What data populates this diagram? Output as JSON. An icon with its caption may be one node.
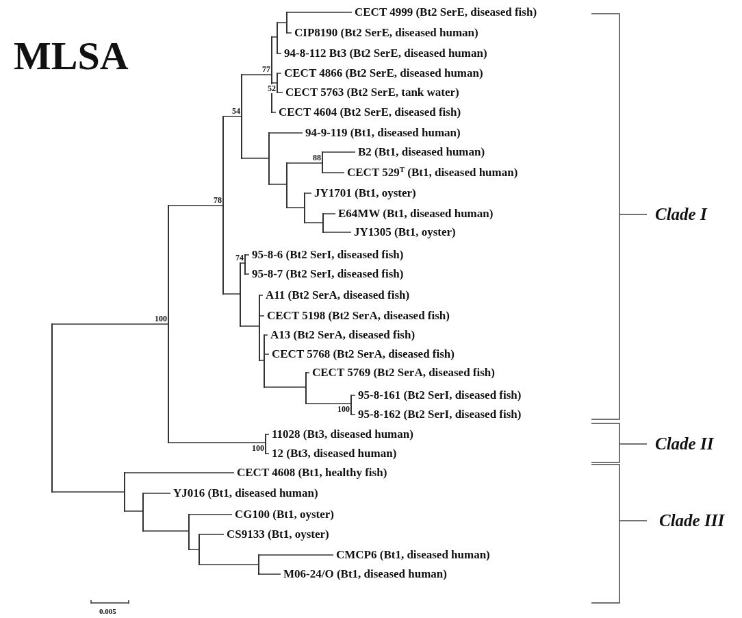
{
  "diagram": {
    "title": "MLSA",
    "nodes": [
      {
        "text": [
          "CECT 4999 (Bt2 SerE, diseased fish)"
        ]
      },
      {
        "text": [
          "CIP8190 (Bt2 SerE, diseased human)"
        ]
      },
      {
        "text": [
          "94-8-112 Bt3 (Bt2 SerE, diseased human)"
        ]
      },
      {
        "text": [
          "CECT 4866 (Bt2 SerE, diseased human)"
        ]
      },
      {
        "text": [
          "CECT 5763 (Bt2 SerE, tank water)"
        ]
      },
      {
        "text": [
          "CECT 4604 (Bt2 SerE, diseased fish)"
        ]
      },
      {
        "text": [
          "94-9-119 (Bt1, diseased human)"
        ]
      },
      {
        "text": [
          "B2 (Bt1, diseased human)"
        ]
      },
      {
        "text": [
          "CECT 529$^{T}$ (Bt1, diseased human)"
        ]
      },
      {
        "text": [
          "JY1701 (Bt1, oyster)"
        ]
      },
      {
        "text": [
          "E64MW (Bt1, diseased human)"
        ]
      },
      {
        "text": [
          "JY1305 (Bt1, oyster)"
        ]
      },
      {
        "text": [
          "95-8-6 (Bt2 SerI, diseased fish)"
        ]
      },
      {
        "text": [
          "95-8-7 (Bt2 SerI, diseased fish)"
        ]
      },
      {
        "text": [
          "A11 (Bt2 SerA, diseased fish)"
        ]
      },
      {
        "text": [
          "CECT 5198 (Bt2 SerA, diseased fish)"
        ]
      },
      {
        "text": [
          "A13 (Bt2 SerA, diseased fish)"
        ]
      },
      {
        "text": [
          "CECT 5768 (Bt2 SerA, diseased fish)"
        ]
      },
      {
        "text": [
          "CECT 5769 (Bt2 SerA, diseased fish)"
        ]
      },
      {
        "text": [
          "95-8-161 (Bt2 SerI, diseased fish)"
        ]
      },
      {
        "text": [
          "95-8-162 (Bt2 SerI, diseased fish)"
        ]
      },
      {
        "text": [
          "11028 (Bt3, diseased human)"
        ]
      },
      {
        "text": [
          "12 (Bt3, diseased human)"
        ]
      },
      {
        "text": [
          "CECT 4608 (Bt1, healthy fish)"
        ]
      },
      {
        "text": [
          "YJ016 (Bt1, diseased human)"
        ]
      },
      {
        "text": [
          "CG100 (Bt1, oyster)"
        ]
      },
      {
        "text": [
          "CS9133 (Bt1, oyster)"
        ]
      },
      {
        "text": [
          "CMCP6 (Bt1, diseased human)"
        ]
      },
      {
        "text": [
          "M06-24/O (Bt1, diseased human)"
        ]
      },
      {
        "text": [],
        "shape": "bar"
      },
      {
        "text": [],
        "shape": "bar",
        "beside": [
          "100"
        ]
      },
      {
        "text": [],
        "shape": "bar",
        "beside": [
          "78"
        ]
      },
      {
        "text": [],
        "shape": "bar",
        "beside": [
          "54"
        ]
      },
      {
        "text": [],
        "shape": "bar",
        "beside": [
          "77"
        ]
      },
      {
        "text": [],
        "shape": "bar"
      },
      {
        "text": [],
        "shape": "bar"
      },
      {
        "text": [],
        "shape": "bar",
        "beside": [
          "52"
        ]
      },
      {
        "text": [],
        "shape": "bar"
      },
      {
        "text": [],
        "shape": "bar"
      },
      {
        "text": [],
        "shape": "bar",
        "beside": [
          "88"
        ]
      },
      {
        "text": [],
        "shape": "bar"
      },
      {
        "text": [],
        "shape": "bar"
      },
      {
        "text": [],
        "shape": "bar"
      },
      {
        "text": [],
        "shape": "bar",
        "beside": [
          "74"
        ]
      },
      {
        "text": [],
        "shape": "bar"
      },
      {
        "text": [],
        "shape": "bar"
      },
      {
        "text": [],
        "shape": "bar"
      },
      {
        "text": [],
        "shape": "bar",
        "beside": [
          "100"
        ]
      },
      {
        "text": [],
        "shape": "bar",
        "beside": [
          "100"
        ]
      },
      {
        "text": [],
        "shape": "bar"
      },
      {
        "text": [],
        "shape": "bar"
      },
      {
        "text": [],
        "shape": "bar"
      },
      {
        "text": [],
        "shape": "bar"
      },
      {
        "text": [],
        "shape": "bar"
      }
    ],
    "edges": [
      {
        "from": 29,
        "to": 30,
        "arrow": "none"
      },
      {
        "from": 29,
        "to": 49,
        "arrow": "none"
      },
      {
        "from": 30,
        "to": 31,
        "arrow": "none"
      },
      {
        "from": 30,
        "to": 48,
        "arrow": "none"
      },
      {
        "from": 31,
        "to": 32,
        "arrow": "none"
      },
      {
        "from": 31,
        "to": 42,
        "arrow": "none"
      },
      {
        "from": 32,
        "to": 33,
        "arrow": "none"
      },
      {
        "from": 32,
        "to": 37,
        "arrow": "none"
      },
      {
        "from": 33,
        "to": 34,
        "arrow": "none"
      },
      {
        "from": 33,
        "to": 36,
        "arrow": "none"
      },
      {
        "from": 33,
        "to": 5,
        "arrow": "none"
      },
      {
        "from": 34,
        "to": 35,
        "arrow": "none"
      },
      {
        "from": 34,
        "to": 2,
        "arrow": "none"
      },
      {
        "from": 35,
        "to": 0,
        "arrow": "none"
      },
      {
        "from": 35,
        "to": 1,
        "arrow": "none"
      },
      {
        "from": 36,
        "to": 3,
        "arrow": "none"
      },
      {
        "from": 36,
        "to": 4,
        "arrow": "none"
      },
      {
        "from": 37,
        "to": 6,
        "arrow": "none"
      },
      {
        "from": 37,
        "to": 38,
        "arrow": "none"
      },
      {
        "from": 38,
        "to": 39,
        "arrow": "none"
      },
      {
        "from": 38,
        "to": 40,
        "arrow": "none"
      },
      {
        "from": 39,
        "to": 7,
        "arrow": "none"
      },
      {
        "from": 39,
        "to": 8,
        "arrow": "none"
      },
      {
        "from": 40,
        "to": 9,
        "arrow": "none"
      },
      {
        "from": 40,
        "to": 41,
        "arrow": "none"
      },
      {
        "from": 41,
        "to": 10,
        "arrow": "none"
      },
      {
        "from": 41,
        "to": 11,
        "arrow": "none"
      },
      {
        "from": 42,
        "to": 43,
        "arrow": "none"
      },
      {
        "from": 42,
        "to": 44,
        "arrow": "none"
      },
      {
        "from": 43,
        "to": 12,
        "arrow": "none"
      },
      {
        "from": 43,
        "to": 13,
        "arrow": "none"
      },
      {
        "from": 44,
        "to": 14,
        "arrow": "none"
      },
      {
        "from": 44,
        "to": 15,
        "arrow": "none"
      },
      {
        "from": 44,
        "to": 45,
        "arrow": "none"
      },
      {
        "from": 45,
        "to": 16,
        "arrow": "none"
      },
      {
        "from": 45,
        "to": 17,
        "arrow": "none"
      },
      {
        "from": 45,
        "to": 46,
        "arrow": "none"
      },
      {
        "from": 46,
        "to": 18,
        "arrow": "none"
      },
      {
        "from": 46,
        "to": 47,
        "arrow": "none"
      },
      {
        "from": 47,
        "to": 19,
        "arrow": "none"
      },
      {
        "from": 47,
        "to": 20,
        "arrow": "none"
      },
      {
        "from": 48,
        "to": 21,
        "arrow": "none"
      },
      {
        "from": 48,
        "to": 22,
        "arrow": "none"
      },
      {
        "from": 49,
        "to": 23,
        "arrow": "none"
      },
      {
        "from": 49,
        "to": 50,
        "arrow": "none"
      },
      {
        "from": 50,
        "to": 24,
        "arrow": "none"
      },
      {
        "from": 50,
        "to": 51,
        "arrow": "none"
      },
      {
        "from": 51,
        "to": 25,
        "arrow": "none"
      },
      {
        "from": 51,
        "to": 52,
        "arrow": "none"
      },
      {
        "from": 52,
        "to": 26,
        "arrow": "none"
      },
      {
        "from": 52,
        "to": 53,
        "arrow": "none"
      },
      {
        "from": 53,
        "to": 27,
        "arrow": "none"
      },
      {
        "from": 53,
        "to": 28,
        "arrow": "none"
      }
    ],
    "labels": [
      "Clade I",
      "Clade II",
      "Clade III",
      "0.005"
    ]
  }
}
